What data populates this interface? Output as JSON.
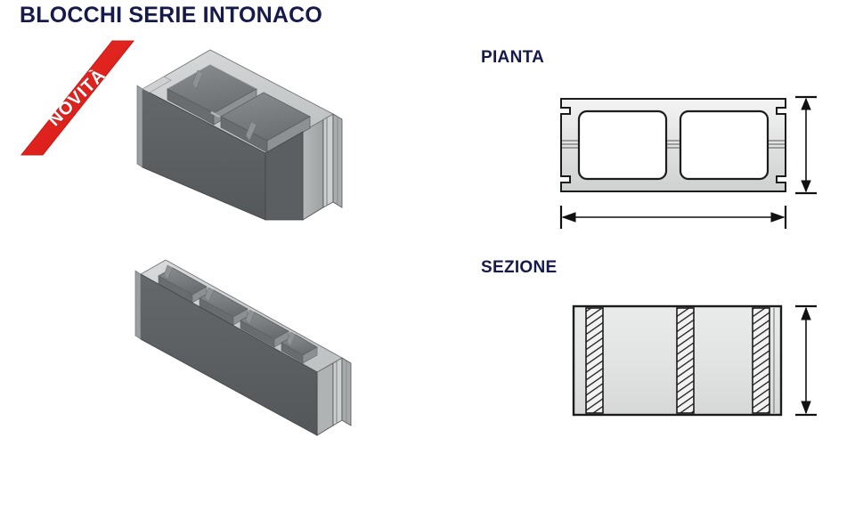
{
  "page": {
    "title": "BLOCCHI SERIE INTONACO",
    "background_color": "#ffffff",
    "heading_color": "#151a4a"
  },
  "badge": {
    "label": "NOVITÀ",
    "shape": "corner-ribbon-triangle",
    "color": "#e0231e",
    "text_color": "#ffffff"
  },
  "sections": {
    "plan": {
      "heading": "PIANTA",
      "view_type": "plan-section-through-block",
      "cells": 2,
      "has_width_dimension_arrow": true,
      "has_height_dimension_arrow": true
    },
    "section": {
      "heading": "SEZIONE",
      "view_type": "vertical-section-through-block",
      "hatched_webs": 3,
      "has_height_dimension_arrow": true
    }
  },
  "renders": [
    {
      "name": "block-wide-two-cell",
      "description": "Isometric hollow concrete block, two large cells",
      "cells": 2,
      "front_face_color": "#5a5d5f",
      "top_face_color": "#c9cbcc",
      "side_face_color": "#a9acad",
      "inner_cell_color": "#7e8183"
    },
    {
      "name": "block-narrow-four-cell",
      "description": "Isometric hollow concrete block, narrow, four cells",
      "cells": 4,
      "front_face_color": "#5a5d5f",
      "top_face_color": "#c9cbcc",
      "side_face_color": "#a9acad",
      "inner_cell_color": "#7e8183"
    }
  ],
  "drawing_style": {
    "outline_color": "#1c1c1c",
    "fill_light": "#e3e4e4",
    "fill_white": "#ffffff",
    "hatch_color": "#1c1c1c",
    "dimension_line_color": "#111111"
  }
}
